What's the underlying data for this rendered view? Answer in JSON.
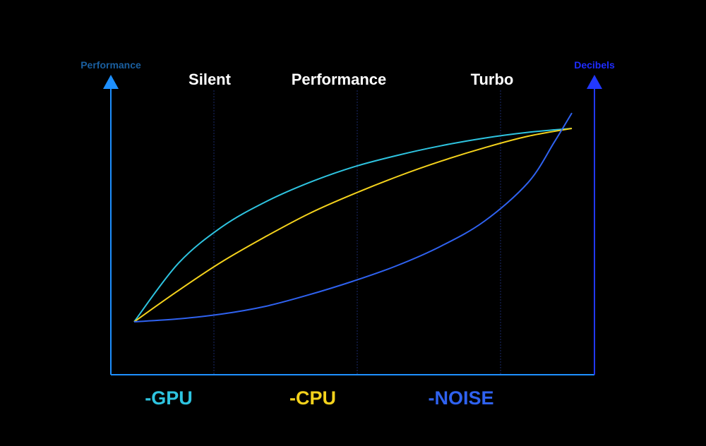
{
  "chart_data": {
    "type": "line",
    "left_axis_title": "Performance",
    "right_axis_title": "Decibels",
    "modes": [
      "Silent",
      "Performance",
      "Turbo"
    ],
    "x_range": [
      0,
      1
    ],
    "y_range": [
      0,
      1
    ],
    "grid": false,
    "legend_placement": "bottom",
    "colors": {
      "left_axis": "#1e90ff",
      "left_axis_title": "#1a5fa0",
      "right_axis": "#2238ff",
      "right_axis_title": "#1e2cff",
      "mode_divider": "#1a2a6a"
    },
    "series": [
      {
        "name": "-GPU",
        "color": "#2ec4e0",
        "x": [
          0.0,
          0.1,
          0.2,
          0.3,
          0.4,
          0.5,
          0.6,
          0.7,
          0.8,
          0.9,
          1.0
        ],
        "y": [
          0.0,
          0.3,
          0.49,
          0.62,
          0.72,
          0.8,
          0.86,
          0.91,
          0.95,
          0.98,
          1.0
        ]
      },
      {
        "name": "-CPU",
        "color": "#f4d21c",
        "x": [
          0.0,
          0.1,
          0.2,
          0.3,
          0.4,
          0.5,
          0.6,
          0.7,
          0.8,
          0.9,
          1.0
        ],
        "y": [
          0.0,
          0.16,
          0.31,
          0.44,
          0.56,
          0.66,
          0.75,
          0.83,
          0.9,
          0.96,
          1.0
        ]
      },
      {
        "name": "-NOISE",
        "color": "#2f62f0",
        "x": [
          0.0,
          0.1,
          0.2,
          0.3,
          0.4,
          0.5,
          0.6,
          0.7,
          0.8,
          0.9,
          0.96,
          1.0
        ],
        "y": [
          0.0,
          0.015,
          0.04,
          0.08,
          0.14,
          0.21,
          0.29,
          0.39,
          0.52,
          0.72,
          0.93,
          1.08
        ]
      }
    ]
  }
}
